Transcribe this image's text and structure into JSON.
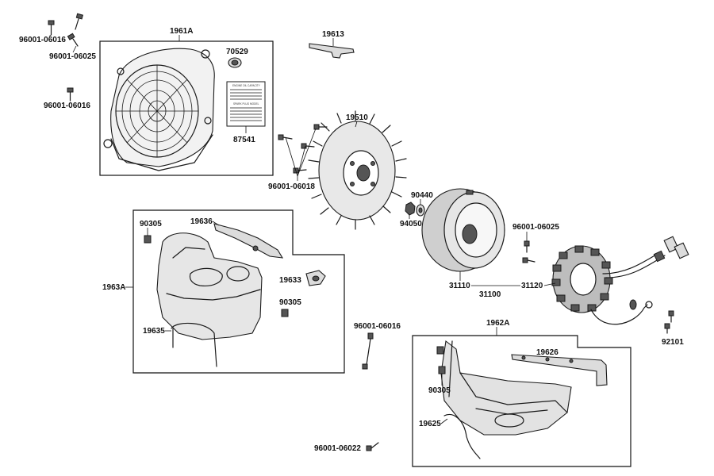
{
  "labels": {
    "b1_a": "96001-06016",
    "b1_b": "96001-06025",
    "b1_c": "96001-06016",
    "cover_group": "1961A",
    "plug": "70529",
    "sticker": "87541",
    "sticker_title_1": "ENGINE OIL CAPACITY",
    "sticker_title_2": "SPARK PLUG MODEL",
    "bracket": "19613",
    "flywheel": "19510",
    "bolts_fly": "96001-06018",
    "washer": "90440",
    "nut": "94050",
    "shroud_group": "1963A",
    "clip_a": "90305",
    "duct_plate": "19636",
    "grommet": "19633",
    "clip_b": "90305",
    "wire_clip": "19635",
    "stator_bolts": "96001-06025",
    "rotor": "31110",
    "stator": "31120",
    "magneto_assy": "31100",
    "gnd_bolt": "92101",
    "single_bolt": "96001-06016",
    "lower_group": "1962A",
    "bar": "19626",
    "clip_c": "90305",
    "spring_clip": "19625",
    "bottom_bolt": "96001-06022"
  }
}
